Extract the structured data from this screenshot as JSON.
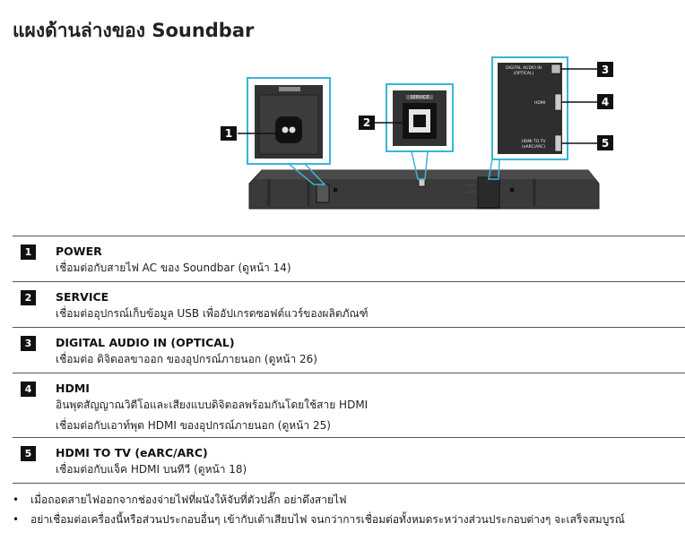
{
  "title": "แผงด้านล่างของ Soundbar",
  "diagram": {
    "service_label": "SERVICE",
    "port_optical_label": [
      "DIGITAL AUDIO IN",
      "(OPTICAL)"
    ],
    "port_hdmi_label": "HDMI",
    "port_hdmi_tv_label": [
      "HDMI TO TV",
      "(eARC/ARC)"
    ],
    "callouts": [
      "1",
      "2",
      "3",
      "4",
      "5"
    ],
    "highlight_color": "#3bb4d8"
  },
  "items": [
    {
      "num": "1",
      "name": "POWER",
      "lines": [
        "เชื่อมต่อกับสายไฟ AC ของ Soundbar (ดูหน้า 14)"
      ]
    },
    {
      "num": "2",
      "name": "SERVICE",
      "lines": [
        "เชื่อมต่ออุปกรณ์เก็บข้อมูล USB เพื่ออัปเกรดซอฟต์แวร์ของผลิตภัณฑ์"
      ]
    },
    {
      "num": "3",
      "name": "DIGITAL AUDIO IN (OPTICAL)",
      "lines": [
        "เชื่อมต่อ ดิจิตอลขาออก ของอุปกรณ์ภายนอก (ดูหน้า 26)"
      ]
    },
    {
      "num": "4",
      "name": "HDMI",
      "lines": [
        "อินพุตสัญญาณวิดีโอและเสียงแบบดิจิตอลพร้อมกันโดยใช้สาย HDMI",
        "เชื่อมต่อกับเอาท์พุต HDMI ของอุปกรณ์ภายนอก (ดูหน้า 25)"
      ]
    },
    {
      "num": "5",
      "name": "HDMI TO TV (eARC/ARC)",
      "lines": [
        "เชื่อมต่อกับแจ็ค HDMI บนทีวี (ดูหน้า 18)"
      ]
    }
  ],
  "notes": [
    "เมื่อถอดสายไฟออกจากช่องจ่ายไฟที่ผนังให้จับที่ตัวปลั๊ก อย่าดึงสายไฟ",
    "อย่าเชื่อมต่อเครื่องนี้หรือส่วนประกอบอื่นๆ เข้ากับเต้าเสียบไฟ จนกว่าการเชื่อมต่อทั้งหมดระหว่างส่วนประกอบต่างๆ จะเสร็จสมบูรณ์"
  ]
}
